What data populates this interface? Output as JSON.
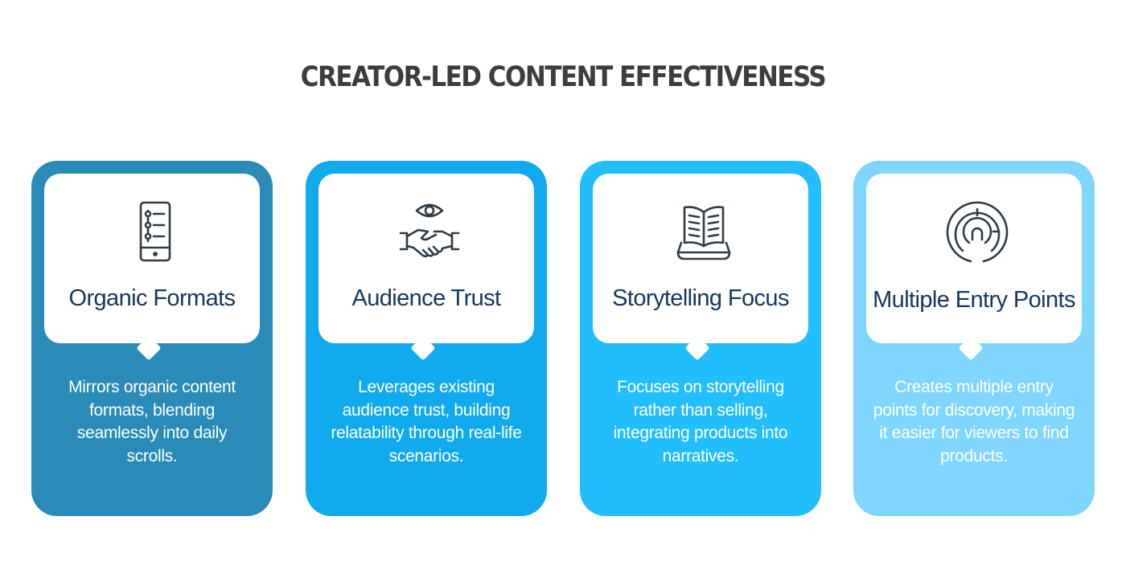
{
  "title": "CREATOR-LED CONTENT EFFECTIVENESS",
  "cards": [
    {
      "heading": "Organic Formats",
      "description": "Mirrors organic content formats, blending seamlessly into daily scrolls.",
      "icon": "mobile-list-icon",
      "color": "#2a8bb8"
    },
    {
      "heading": "Audience Trust",
      "description": "Leverages existing audience trust, building relatability through real-life scenarios.",
      "icon": "handshake-eye-icon",
      "color": "#12aaee"
    },
    {
      "heading": "Storytelling Focus",
      "description": "Focuses on storytelling rather than selling, integrating products into narratives.",
      "icon": "open-book-icon",
      "color": "#22bdfb"
    },
    {
      "heading": "Multiple Entry Points",
      "description": "Creates multiple entry points for discovery, making it easier for viewers to find products.",
      "icon": "maze-icon",
      "color": "#7fd5fc"
    }
  ]
}
